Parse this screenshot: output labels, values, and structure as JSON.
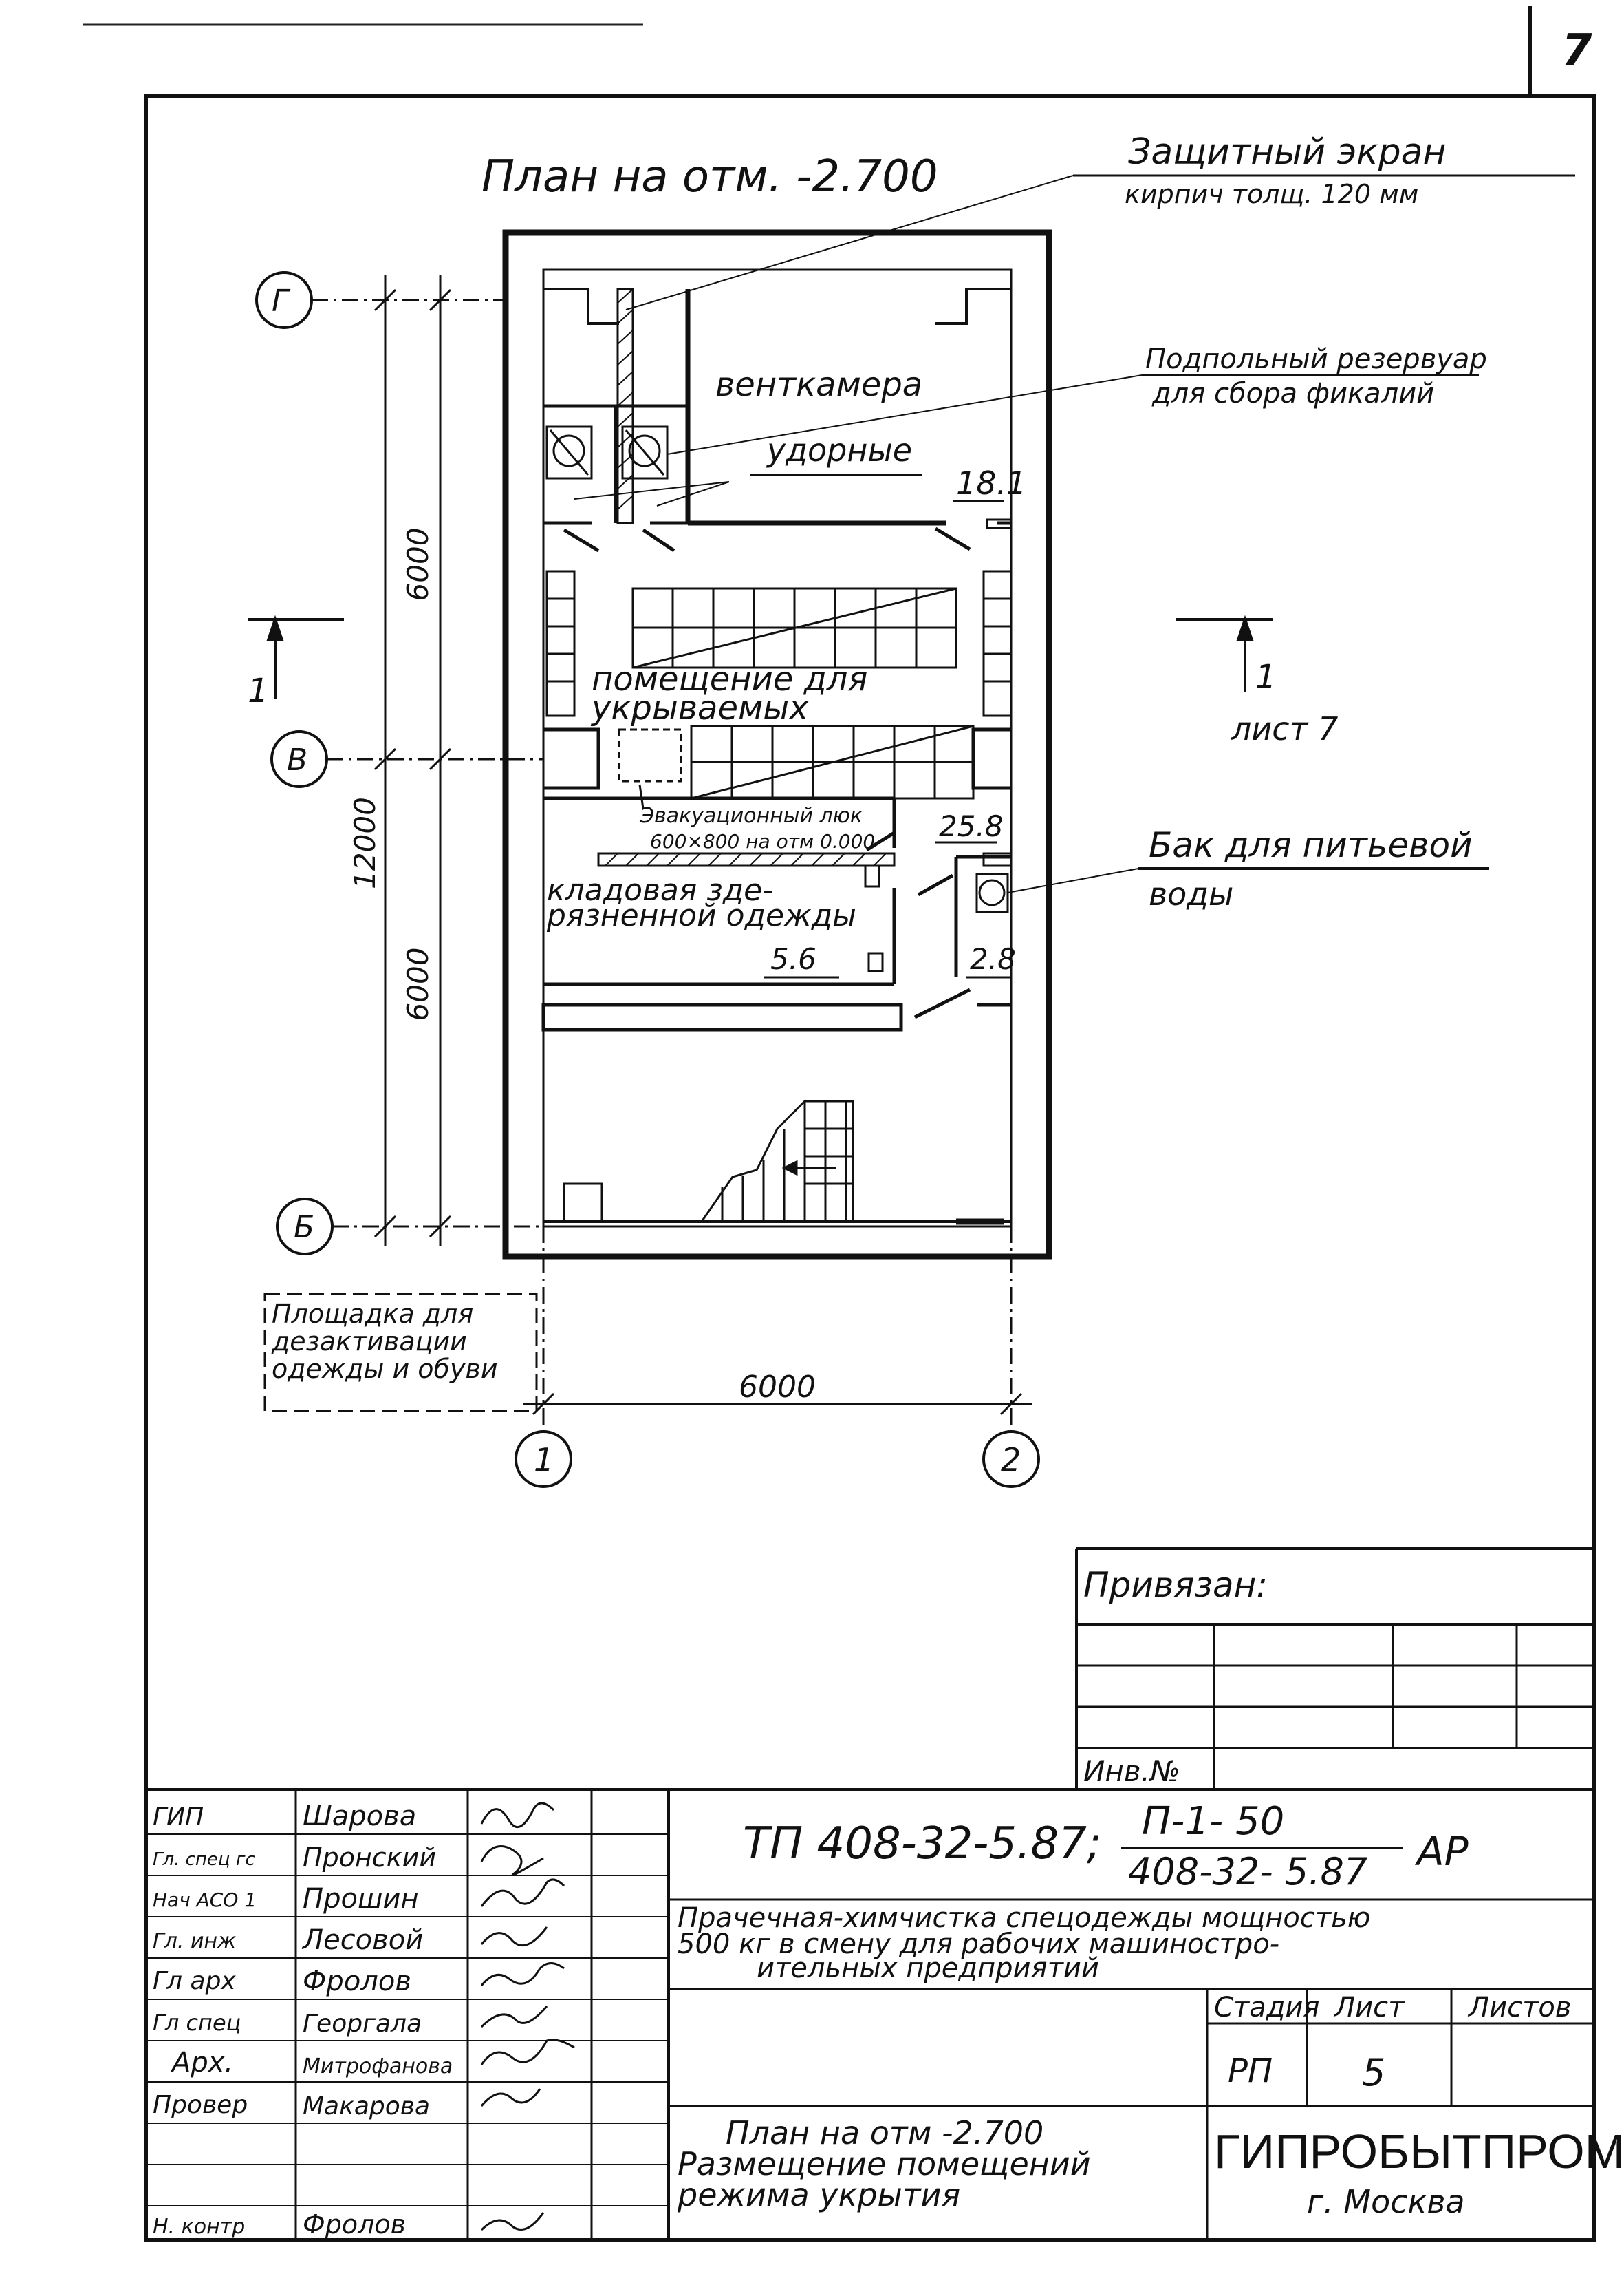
{
  "sheet": {
    "corner_number": "7",
    "plan_title": "План на отм. -2.700"
  },
  "callouts": {
    "screen_title": "Защитный экран",
    "screen_sub": "кирпич толщ. 120 мм",
    "reservoir_line1": "Подпольный резервуар",
    "reservoir_line2": "для сбора фикалий",
    "tank_line1": "Бак для питьевой",
    "tank_line2": "воды"
  },
  "rooms": {
    "ventkamera": "венткамера",
    "udornye": "удорные",
    "area_181": "18.1",
    "shelter_line1": "помещение для",
    "shelter_line2": "укрываемых",
    "hatch_line1": "Эвакуационный люк",
    "hatch_line2": "600×800 на отм 0.000",
    "area_258": "25.8",
    "storage_line1": "кладовая зде-",
    "storage_line2": "рязненной одежды",
    "area_56": "5.6",
    "area_28": "2.8"
  },
  "axes": {
    "g": "Г",
    "v": "В",
    "b": "Б",
    "one": "1",
    "two": "2"
  },
  "dimensions": {
    "upper": "6000",
    "lower": "6000",
    "total": "12000",
    "width": "6000"
  },
  "section": {
    "mark_left": "1",
    "mark_right": "1",
    "sheet_ref": "лист 7"
  },
  "deact_area": {
    "line1": "Площадка для",
    "line2": "дезактивации",
    "line3": "одежды и обуви"
  },
  "privyazan": {
    "label": "Привязан:",
    "inv_label": "Инв.№"
  },
  "title_block": {
    "doc_code": "ТП 408-32-5.87;",
    "fraction_top": "П-1- 50",
    "fraction_bottom": "408-32- 5.87",
    "mark": "АР",
    "description_line1": "Прачечная-химчистка спецодежды мощностью",
    "description_line2": "500 кг в смену для рабочих машиностро-",
    "description_line3": "ительных предприятий",
    "stage_header": "Стадия",
    "sheet_header": "Лист",
    "sheets_header": "Листов",
    "stage_value": "РП",
    "sheet_value": "5",
    "sheets_value": "",
    "drawing_title_line1": "План на отм -2.700",
    "drawing_title_line2": "Размещение помещений",
    "drawing_title_line3": "режима укрытия",
    "org_name": "ГИПРОБЫТПРОМ",
    "org_city": "г. Москва"
  },
  "signatures": [
    {
      "role": "ГИП",
      "name": "Шарова"
    },
    {
      "role": "Гл. спец гс",
      "name": "Пронский"
    },
    {
      "role": "Нач АСО 1",
      "name": "Прошин"
    },
    {
      "role": "Гл. инж",
      "name": "Лесовой"
    },
    {
      "role": "Гл арх",
      "name": "Фролов"
    },
    {
      "role": "Гл спец",
      "name": "Георгала"
    },
    {
      "role": "Арх.",
      "name": "Митрофанова"
    },
    {
      "role": "Провер",
      "name": "Макарова"
    },
    {
      "role": "",
      "name": ""
    },
    {
      "role": "Н. контр",
      "name": "Фролов"
    }
  ]
}
